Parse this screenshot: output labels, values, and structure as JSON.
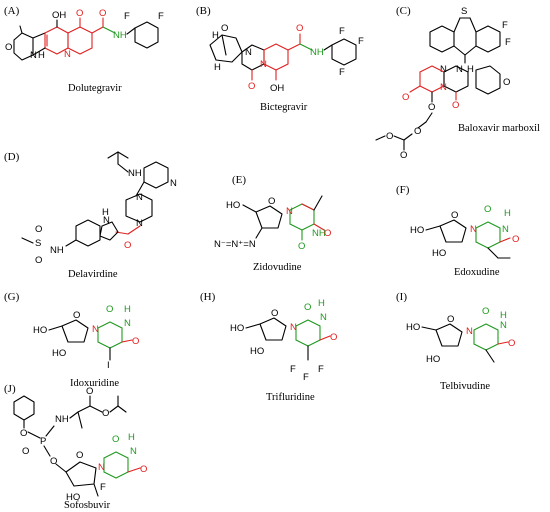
{
  "panels": [
    {
      "label": "(A)",
      "name": "Dolutegravir"
    },
    {
      "label": "(B)",
      "name": "Bictegravir"
    },
    {
      "label": "(C)",
      "name": "Baloxavir marboxil"
    },
    {
      "label": "(D)",
      "name": "Delavirdine"
    },
    {
      "label": "(E)",
      "name": "Zidovudine"
    },
    {
      "label": "(F)",
      "name": "Edoxudine"
    },
    {
      "label": "(G)",
      "name": "Idoxuridine"
    },
    {
      "label": "(H)",
      "name": "Trifluridine"
    },
    {
      "label": "(I)",
      "name": "Telbivudine"
    },
    {
      "label": "(J)",
      "name": "Sofosbuvir"
    }
  ],
  "atoms": {
    "oh": "OH",
    "ho": "HO",
    "o": "O",
    "n": "N",
    "nh": "NH",
    "h": "H",
    "hn": "HN",
    "f": "F",
    "s": "S",
    "i": "I",
    "p": "P",
    "azide": "N⁻=N⁺=N"
  },
  "colors": {
    "highlight_red": "#e02020",
    "highlight_green": "#1f9a1f",
    "bond": "#000000"
  }
}
